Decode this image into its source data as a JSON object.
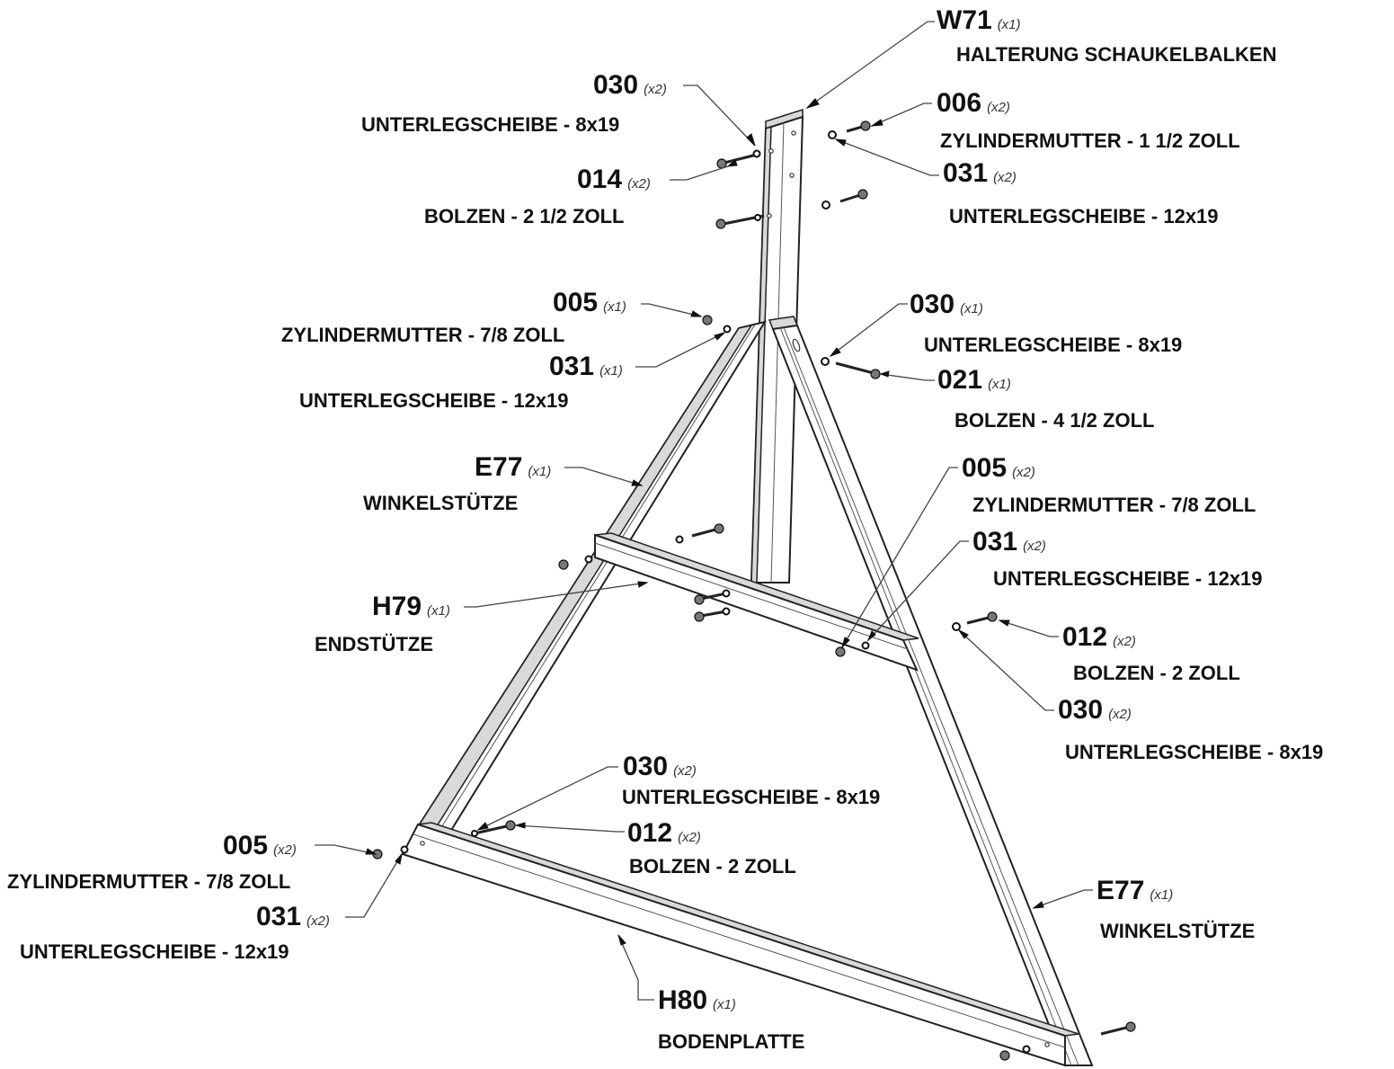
{
  "parts": [
    {
      "code": "W71",
      "qty": "(x1)",
      "desc": "HALTERUNG SCHAUKELBALKEN"
    },
    {
      "code": "030",
      "qty": "(x2)",
      "desc": "UNTERLEGSCHEIBE - 8x19"
    },
    {
      "code": "006",
      "qty": "(x2)",
      "desc": "ZYLINDERMUTTER - 1 1/2 ZOLL"
    },
    {
      "code": "014",
      "qty": "(x2)",
      "desc": "BOLZEN - 2 1/2 ZOLL"
    },
    {
      "code": "031",
      "qty": "(x2)",
      "desc": "UNTERLEGSCHEIBE - 12x19"
    },
    {
      "code": "005",
      "qty": "(x1)",
      "desc": "ZYLINDERMUTTER - 7/8 ZOLL"
    },
    {
      "code": "030",
      "qty": "(x1)",
      "desc": "UNTERLEGSCHEIBE - 8x19"
    },
    {
      "code": "031",
      "qty": "(x1)",
      "desc": "UNTERLEGSCHEIBE - 12x19"
    },
    {
      "code": "021",
      "qty": "(x1)",
      "desc": "BOLZEN - 4 1/2 ZOLL"
    },
    {
      "code": "E77",
      "qty": "(x1)",
      "desc": "WINKELSTÜTZE"
    },
    {
      "code": "005",
      "qty": "(x2)",
      "desc": "ZYLINDERMUTTER - 7/8 ZOLL"
    },
    {
      "code": "031",
      "qty": "(x2)",
      "desc": "UNTERLEGSCHEIBE - 12x19"
    },
    {
      "code": "H79",
      "qty": "(x1)",
      "desc": "ENDSTÜTZE"
    },
    {
      "code": "012",
      "qty": "(x2)",
      "desc": "BOLZEN - 2 ZOLL"
    },
    {
      "code": "030",
      "qty": "(x2)",
      "desc": "UNTERLEGSCHEIBE - 8x19"
    },
    {
      "code": "030",
      "qty": "(x2)",
      "desc": "UNTERLEGSCHEIBE - 8x19"
    },
    {
      "code": "012",
      "qty": "(x2)",
      "desc": "BOLZEN - 2 ZOLL"
    },
    {
      "code": "005",
      "qty": "(x2)",
      "desc": "ZYLINDERMUTTER - 7/8 ZOLL"
    },
    {
      "code": "031",
      "qty": "(x2)",
      "desc": "UNTERLEGSCHEIBE - 12x19"
    },
    {
      "code": "E77",
      "qty": "(x1)",
      "desc": "WINKELSTÜTZE"
    },
    {
      "code": "H80",
      "qty": "(x1)",
      "desc": "BODENPLATTE"
    }
  ]
}
